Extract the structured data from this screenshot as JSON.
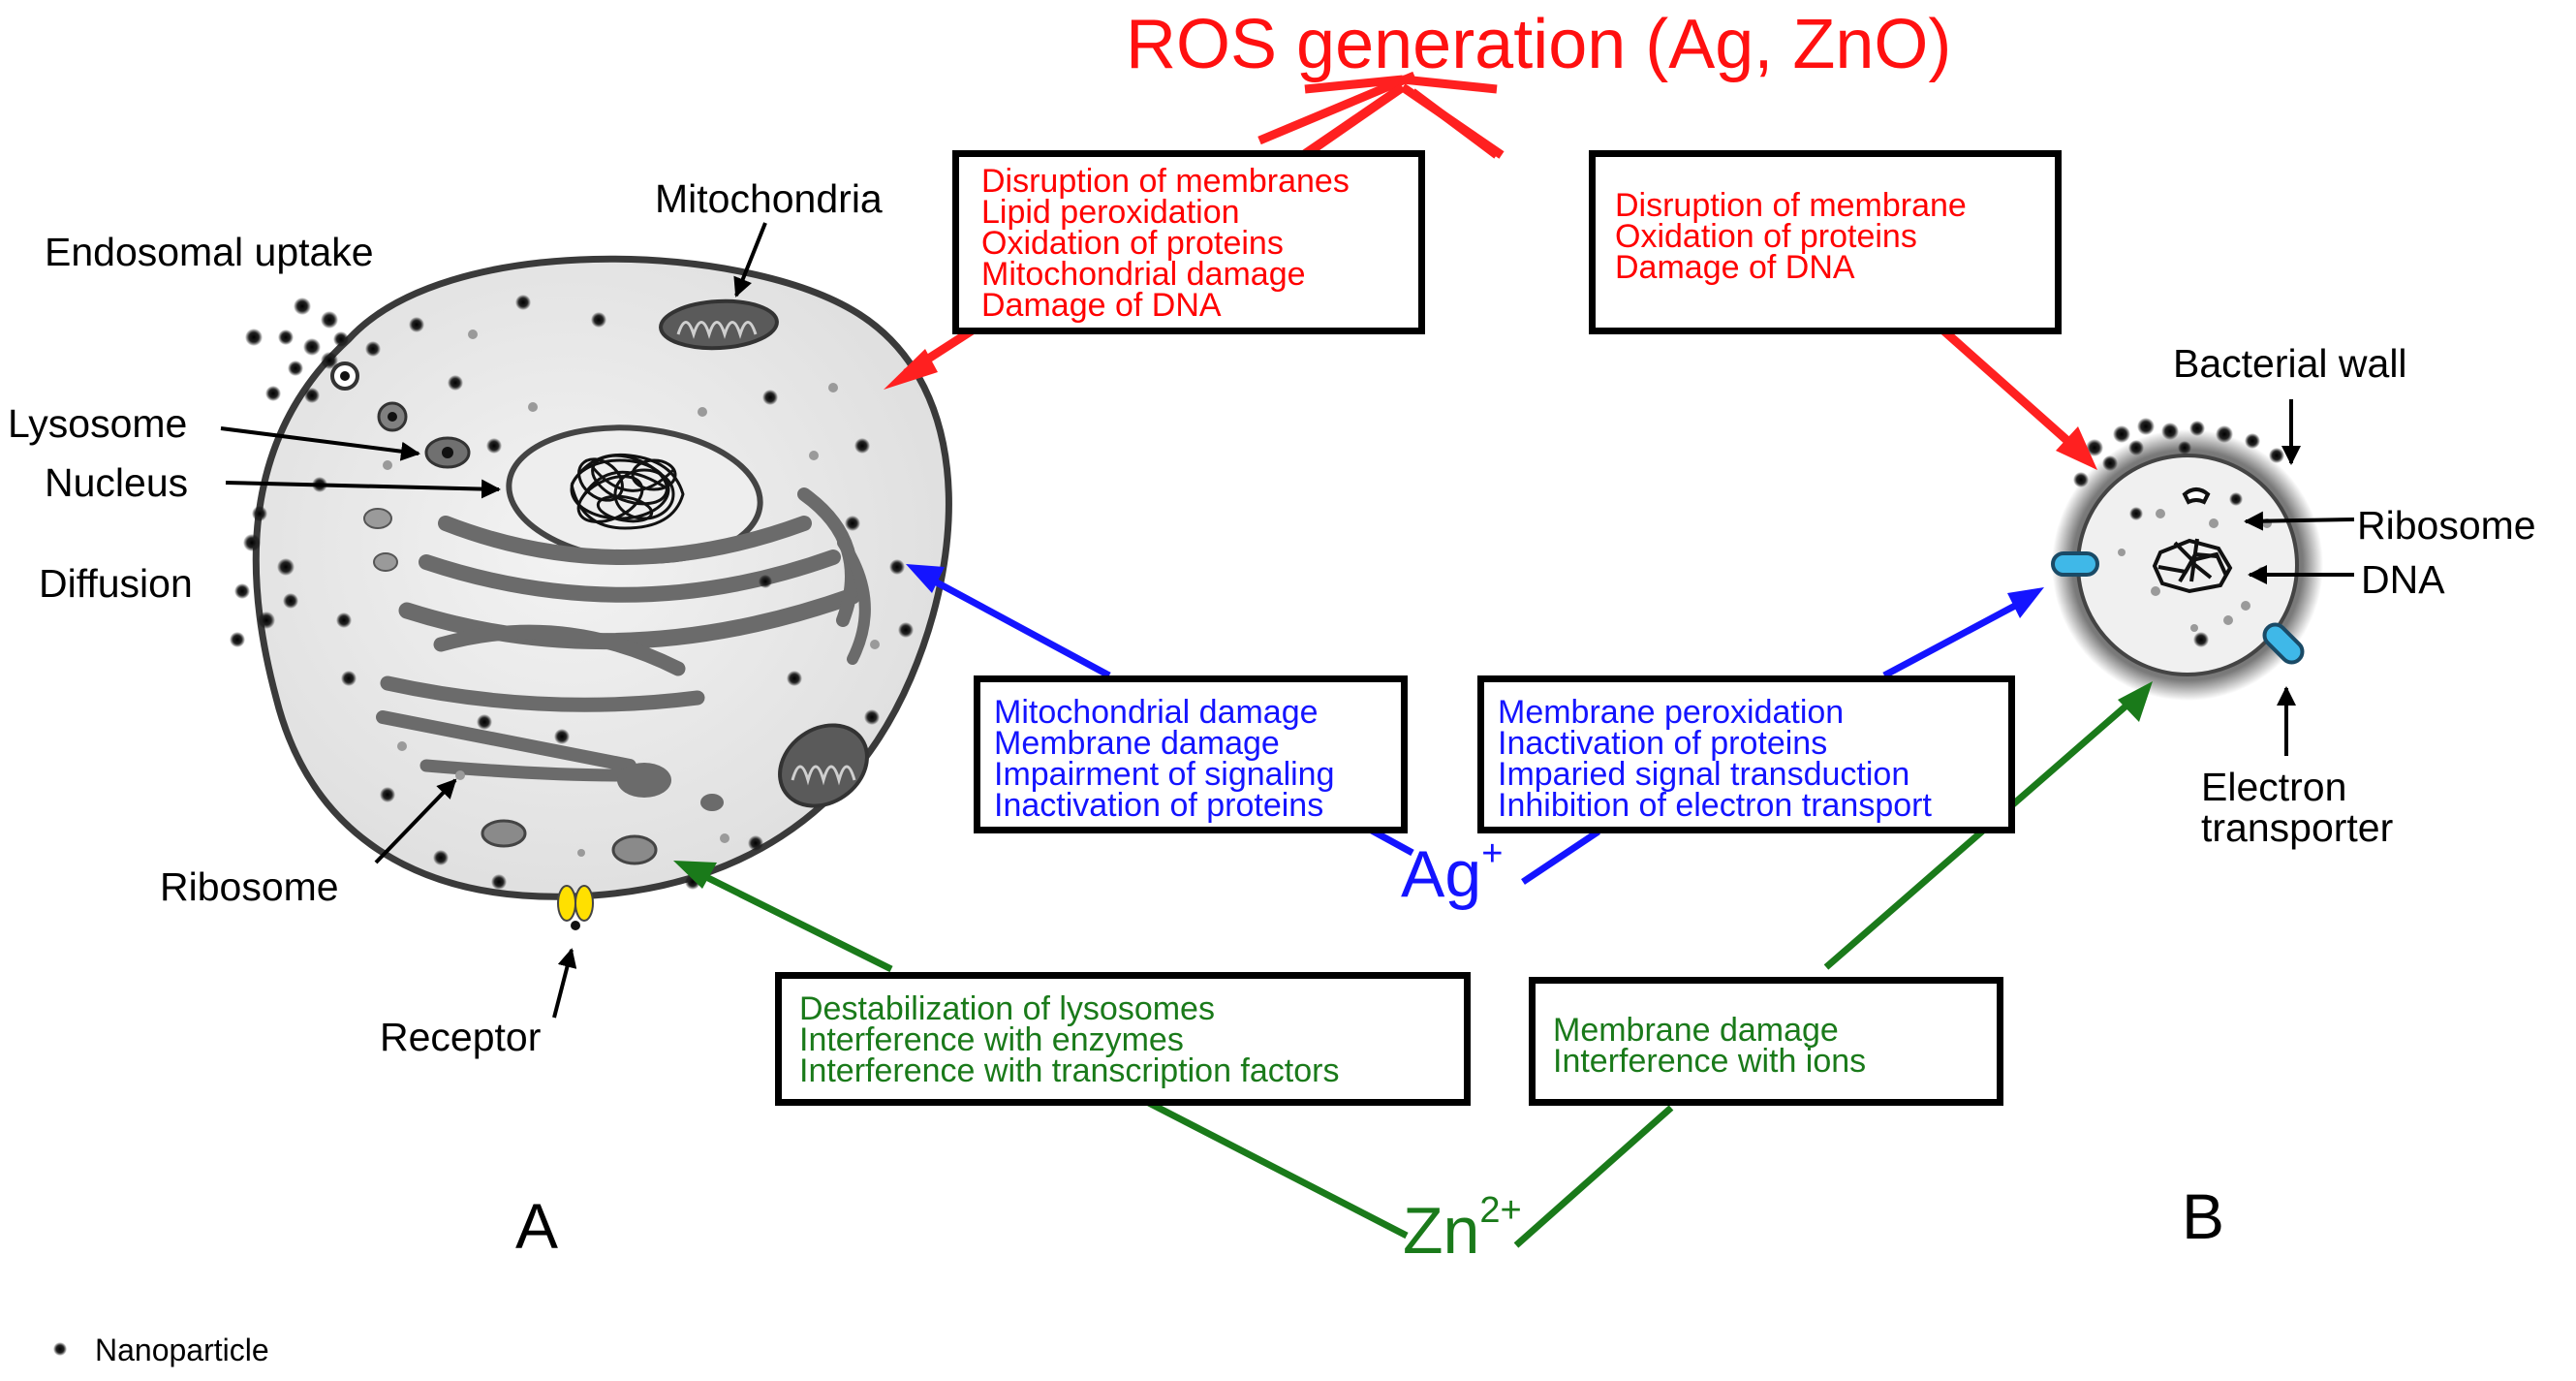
{
  "title": "ROS generation (Ag, ZnO)",
  "ions": {
    "ag": {
      "base": "Ag",
      "sup": "+"
    },
    "zn": {
      "base": "Zn",
      "sup": "2+"
    }
  },
  "panels": {
    "a": "A",
    "b": "B"
  },
  "cell_labels": {
    "mitochondria": "Mitochondria",
    "endosomal_uptake": "Endosomal uptake",
    "lysosome": "Lysosome",
    "nucleus": "Nucleus",
    "diffusion": "Diffusion",
    "ribosome": "Ribosome",
    "receptor": "Receptor"
  },
  "bacteria_labels": {
    "bacterial_wall": "Bacterial wall",
    "ribosome": "Ribosome",
    "dna": "DNA",
    "electron_transporter_1": "Electron",
    "electron_transporter_2": "transporter"
  },
  "legend": {
    "nanoparticle": "Nanoparticle"
  },
  "boxes": {
    "ros_cell": [
      "Disruption of membranes",
      "Lipid peroxidation",
      "Oxidation of proteins",
      "Mitochondrial damage",
      "Damage of DNA"
    ],
    "ros_bacteria": [
      "Disruption of membrane",
      "Oxidation of proteins",
      "Damage of DNA"
    ],
    "ag_cell": [
      "Mitochondrial damage",
      "Membrane damage",
      "Impairment of signaling",
      "Inactivation of proteins"
    ],
    "ag_bacteria": [
      "Membrane peroxidation",
      "Inactivation of proteins",
      "Imparied signal transduction",
      "Inhibition of electron transport"
    ],
    "zn_cell": [
      "Destabilization of lysosomes",
      "Interference with enzymes",
      "Interference with transcription factors"
    ],
    "zn_bacteria": [
      "Membrane damage",
      "Interference with ions"
    ]
  },
  "colors": {
    "ros": "#ff0000",
    "ag": "#1414ff",
    "zn": "#1a7a1a"
  }
}
